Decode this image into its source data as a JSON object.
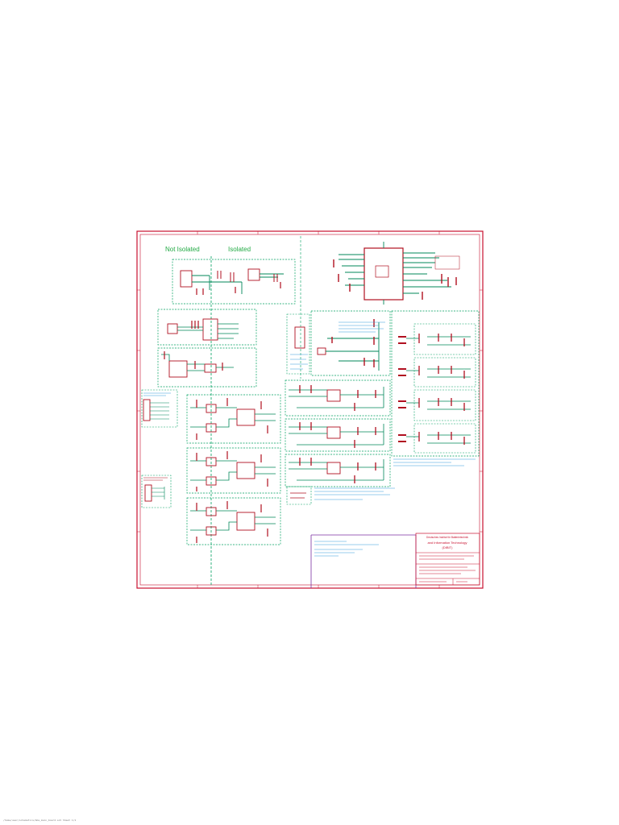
{
  "sheet": {
    "labels": {
      "not_isolated": "Not Isolated",
      "isolated": "Isolated"
    },
    "title_block": {
      "institution_line1": "Deutsches Institut für Batterietechnik",
      "institution_line2": "and Information Technology",
      "institution_line3": "(DIBIT)"
    },
    "footer_text": "/home/user/schematics/bms_main_board.sch  Sheet 1/1"
  },
  "colors": {
    "frame": "#c8102e",
    "component": "#b01020",
    "wire": "#00875a",
    "box": "#00a060",
    "note": "#3399dd",
    "title_green": "#22aa44",
    "divider": "#7b2fa0"
  }
}
